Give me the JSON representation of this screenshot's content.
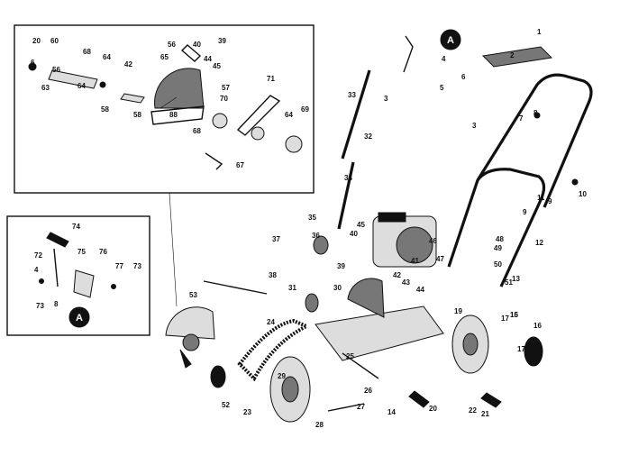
{
  "badges": {
    "detail_ref": "A"
  },
  "callouts": {
    "inset_top": [
      "20",
      "60",
      "68",
      "6",
      "56",
      "56",
      "63",
      "64",
      "64",
      "42",
      "58",
      "58",
      "40",
      "39",
      "44",
      "45",
      "65",
      "57",
      "70",
      "71",
      "64",
      "69",
      "68",
      "88",
      "67"
    ],
    "inset_left": [
      "74",
      "72",
      "4",
      "73",
      "75",
      "76",
      "77",
      "73",
      "8"
    ],
    "main": [
      "1",
      "2",
      "3",
      "3",
      "4",
      "5",
      "6",
      "7",
      "8",
      "9",
      "9",
      "10",
      "11",
      "12",
      "13",
      "14",
      "15",
      "16",
      "16",
      "17",
      "17",
      "18",
      "19",
      "20",
      "21",
      "22",
      "23",
      "24",
      "25",
      "26",
      "27",
      "28",
      "29",
      "30",
      "31",
      "32",
      "33",
      "34",
      "35",
      "36",
      "37",
      "38",
      "39",
      "40",
      "41",
      "42",
      "43",
      "44",
      "45",
      "46",
      "47",
      "48",
      "49",
      "50",
      "51",
      "52",
      "53"
    ]
  }
}
